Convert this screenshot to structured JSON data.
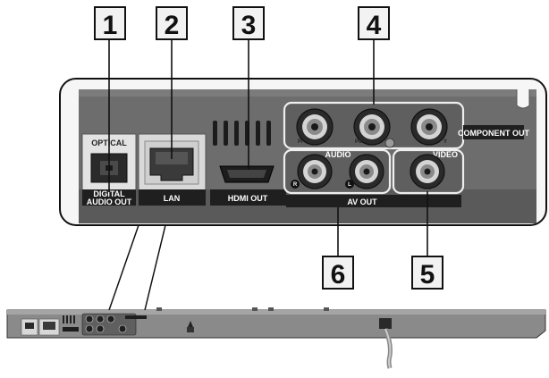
{
  "callouts": [
    {
      "number": "1"
    },
    {
      "number": "2"
    },
    {
      "number": "3"
    },
    {
      "number": "4"
    },
    {
      "number": "5"
    },
    {
      "number": "6"
    }
  ],
  "ports": {
    "optical_top": "OPTICAL",
    "digital_line1": "DIGITAL",
    "digital_line2": "AUDIO OUT",
    "lan": "LAN",
    "hdmi": "HDMI OUT",
    "component_out": "COMPONENT OUT",
    "audio": "AUDIO",
    "video": "VIDEO",
    "av_out": "AV OUT"
  },
  "jack_marks": {
    "pr": "Pr",
    "pb": "Pb",
    "y": "Y",
    "r": "R",
    "l": "L"
  },
  "colors": {
    "panel": "#6f6f6f",
    "panel_dark": "#3d3d3d",
    "box_fill": "#f4f4f4",
    "outline": "#111111"
  }
}
